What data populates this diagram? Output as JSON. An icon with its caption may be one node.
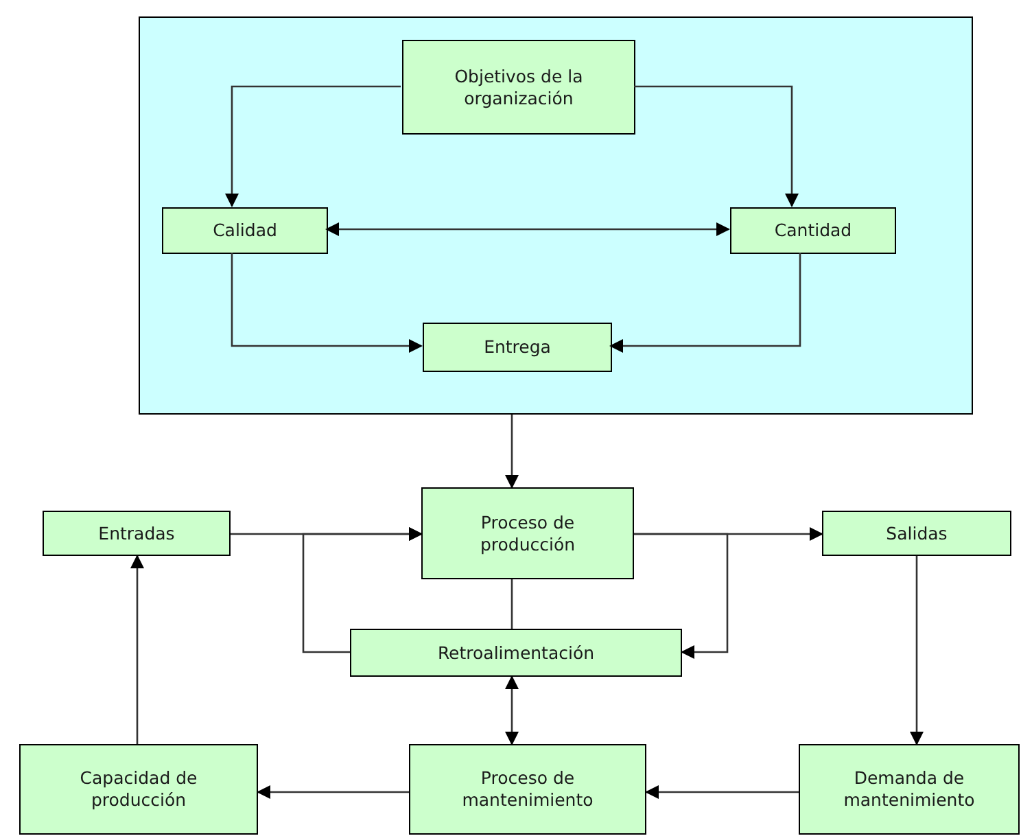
{
  "diagram": {
    "nodes": [
      {
        "text": [],
        "shape": "box"
      },
      {
        "text": [
          "Objetivos de la organización"
        ],
        "in": 0
      },
      {
        "text": [
          "Calidad"
        ],
        "in": 0
      },
      {
        "text": [
          "Cantidad"
        ],
        "in": 0
      },
      {
        "text": [
          "Entrega"
        ],
        "in": 0
      },
      {
        "text": [
          "Entradas"
        ]
      },
      {
        "text": [
          "Proceso de producción"
        ]
      },
      {
        "text": [
          "Salidas"
        ]
      },
      {
        "text": [
          "Retroalimentación"
        ]
      },
      {
        "text": [
          "Capacidad de producción"
        ]
      },
      {
        "text": [
          "Proceso de mantenimiento"
        ]
      },
      {
        "text": [
          "Demanda de mantenimiento"
        ]
      }
    ],
    "edges": [
      {
        "from": 1,
        "to": 2,
        "arrow": "to"
      },
      {
        "from": 1,
        "to": 3,
        "arrow": "to"
      },
      {
        "from": 2,
        "to": 3,
        "arrow": "both"
      },
      {
        "from": 2,
        "to": 4,
        "arrow": "to"
      },
      {
        "from": 3,
        "to": 4,
        "arrow": "to"
      },
      {
        "from": 0,
        "to": 6,
        "arrow": "to"
      },
      {
        "from": 5,
        "to": 6,
        "arrow": "to"
      },
      {
        "from": 8,
        "to": 6,
        "arrow": "to"
      },
      {
        "from": 6,
        "to": 7,
        "arrow": "to"
      },
      {
        "from": 6,
        "to": 8,
        "arrow": "to"
      },
      {
        "from": 6,
        "to": 8,
        "arrow": "none"
      },
      {
        "from": 8,
        "to": 10,
        "arrow": "both"
      },
      {
        "from": 7,
        "to": 11,
        "arrow": "to"
      },
      {
        "from": 11,
        "to": 10,
        "arrow": "to"
      },
      {
        "from": 10,
        "to": 9,
        "arrow": "to"
      },
      {
        "from": 9,
        "to": 5,
        "arrow": "to"
      }
    ]
  }
}
